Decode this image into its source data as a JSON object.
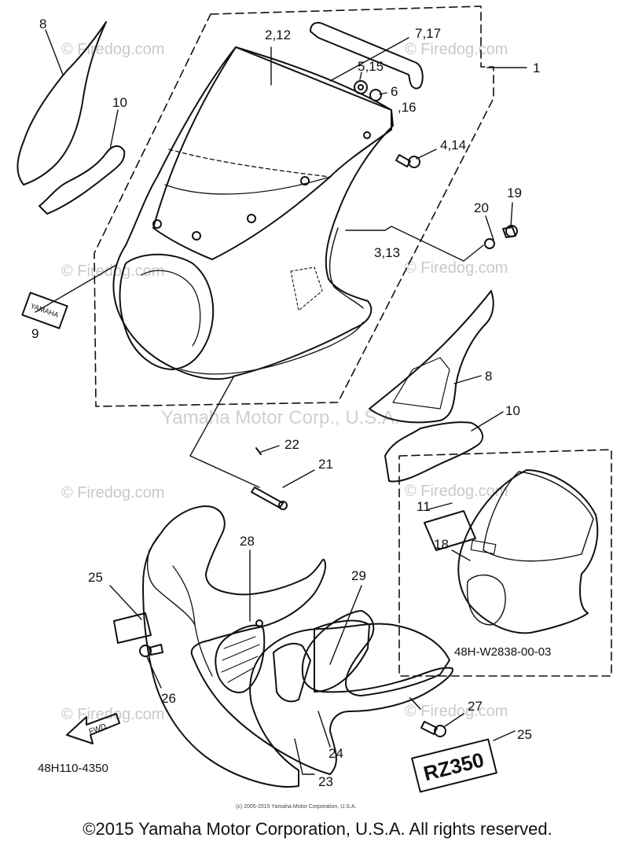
{
  "watermarks": {
    "site": "© Firedog.com",
    "vendor": "Yamaha Motor Corp., U.S.A."
  },
  "callouts": {
    "c1": "1",
    "c2_12": "2,12",
    "c3_13": "3,13",
    "c4_14": "4,14",
    "c5_15": "5,15",
    "c6_16a": "6",
    "c6_16b": ",16",
    "c7_17": "7,17",
    "c8a": "8",
    "c8b": "8",
    "c9": "9",
    "c10a": "10",
    "c10b": "10",
    "c11": "11",
    "c18": "18",
    "c19": "19",
    "c20": "20",
    "c21": "21",
    "c22": "22",
    "c23": "23",
    "c24": "24",
    "c25a": "25",
    "c25b": "25",
    "c26": "26",
    "c27": "27",
    "c28": "28",
    "c29": "29"
  },
  "inset_part_number": "48H-W2838-00-03",
  "figure_number": "48H110-4350",
  "labels": {
    "yamaha_emblem": "YAMAHA",
    "fwd_arrow": "FWD",
    "rz_decal": "RZ350"
  },
  "copyright_small": "(c) 2005-2015 Yamaha Motor Corporation, U.S.A.",
  "copyright_main": "©2015 Yamaha Motor Corporation, U.S.A. All rights reserved."
}
